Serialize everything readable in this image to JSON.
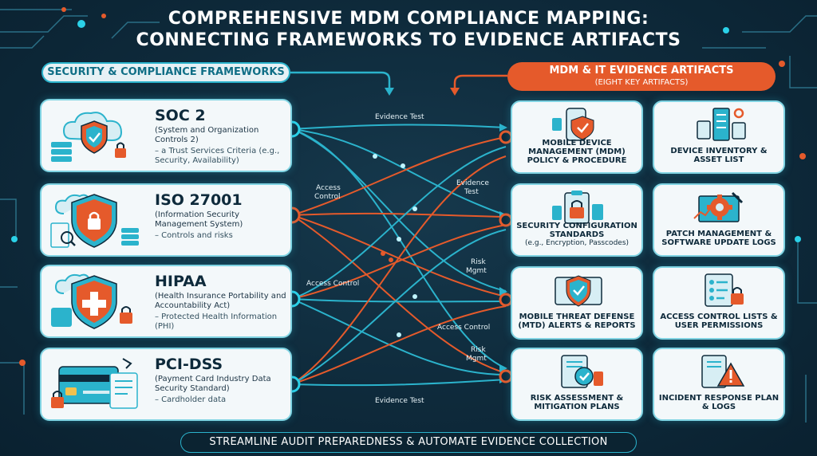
{
  "title_line1": "Comprehensive MDM Compliance Mapping:",
  "title_line2": "Connecting Frameworks to Evidence Artifacts",
  "left_header": "SECURITY & COMPLIANCE FRAMEWORKS",
  "right_header": "MDM & IT EVIDENCE ARTIFACTS",
  "right_subheader": "(EIGHT KEY ARTIFACTS)",
  "frameworks": [
    {
      "name": "SOC 2",
      "full": "(System and Organization Controls 2)",
      "desc": "– a Trust Services Criteria (e.g., Security, Availability)",
      "icon": "cloud-shield-icon"
    },
    {
      "name": "ISO 27001",
      "full": "(Information Security Management System)",
      "desc": "– Controls and risks",
      "icon": "shield-lock-icon"
    },
    {
      "name": "HIPAA",
      "full": "(Health Insurance Portability and Accountability Act)",
      "desc": "– Protected Health Information (PHI)",
      "icon": "medical-shield-icon"
    },
    {
      "name": "PCI-DSS",
      "full": "(Payment Card Industry Data Security Standard)",
      "desc": "– Cardholder data",
      "icon": "credit-card-icon"
    }
  ],
  "artifacts": [
    {
      "label": "Mobile Device Management (MDM) Policy & Procedure",
      "sub": "",
      "icon": "mobile-shield-icon"
    },
    {
      "label": "Device Inventory & Asset List",
      "sub": "",
      "icon": "device-inventory-icon"
    },
    {
      "label": "Security Configuration Standards",
      "sub": "(e.g., Encryption, Passcodes)",
      "icon": "clipboard-lock-icon"
    },
    {
      "label": "Patch Management & Software Update Logs",
      "sub": "",
      "icon": "gear-wrench-icon"
    },
    {
      "label": "Mobile Threat Defense (MTD) Alerts & Reports",
      "sub": "",
      "icon": "threat-shield-icon"
    },
    {
      "label": "Access Control Lists & User Permissions",
      "sub": "",
      "icon": "checklist-lock-icon"
    },
    {
      "label": "Risk Assessment & Mitigation Plans",
      "sub": "",
      "icon": "risk-document-icon"
    },
    {
      "label": "Incident Response Plan & Logs",
      "sub": "",
      "icon": "incident-warning-icon"
    }
  ],
  "connector_labels": {
    "evidence_test_top": "Evidence Test",
    "access_control_1a": "Access",
    "access_control_1b": "Control",
    "evidence_test_mid_a": "Evidence",
    "evidence_test_mid_b": "Test",
    "access_control_2": "Access Control",
    "risk_mgmt_1a": "Risk",
    "risk_mgmt_1b": "Mgmt",
    "access_control_3": "Access Control",
    "risk_mgmt_2a": "Risk",
    "risk_mgmt_2b": "Mgmt",
    "evidence_test_bottom": "Evidence Test"
  },
  "footer": "STREAMLINE AUDIT PREPAREDNESS & AUTOMATE EVIDENCE COLLECTION",
  "colors": {
    "teal": "#2bb3cc",
    "orange": "#e55a2b",
    "navy": "#0e2a3b"
  }
}
